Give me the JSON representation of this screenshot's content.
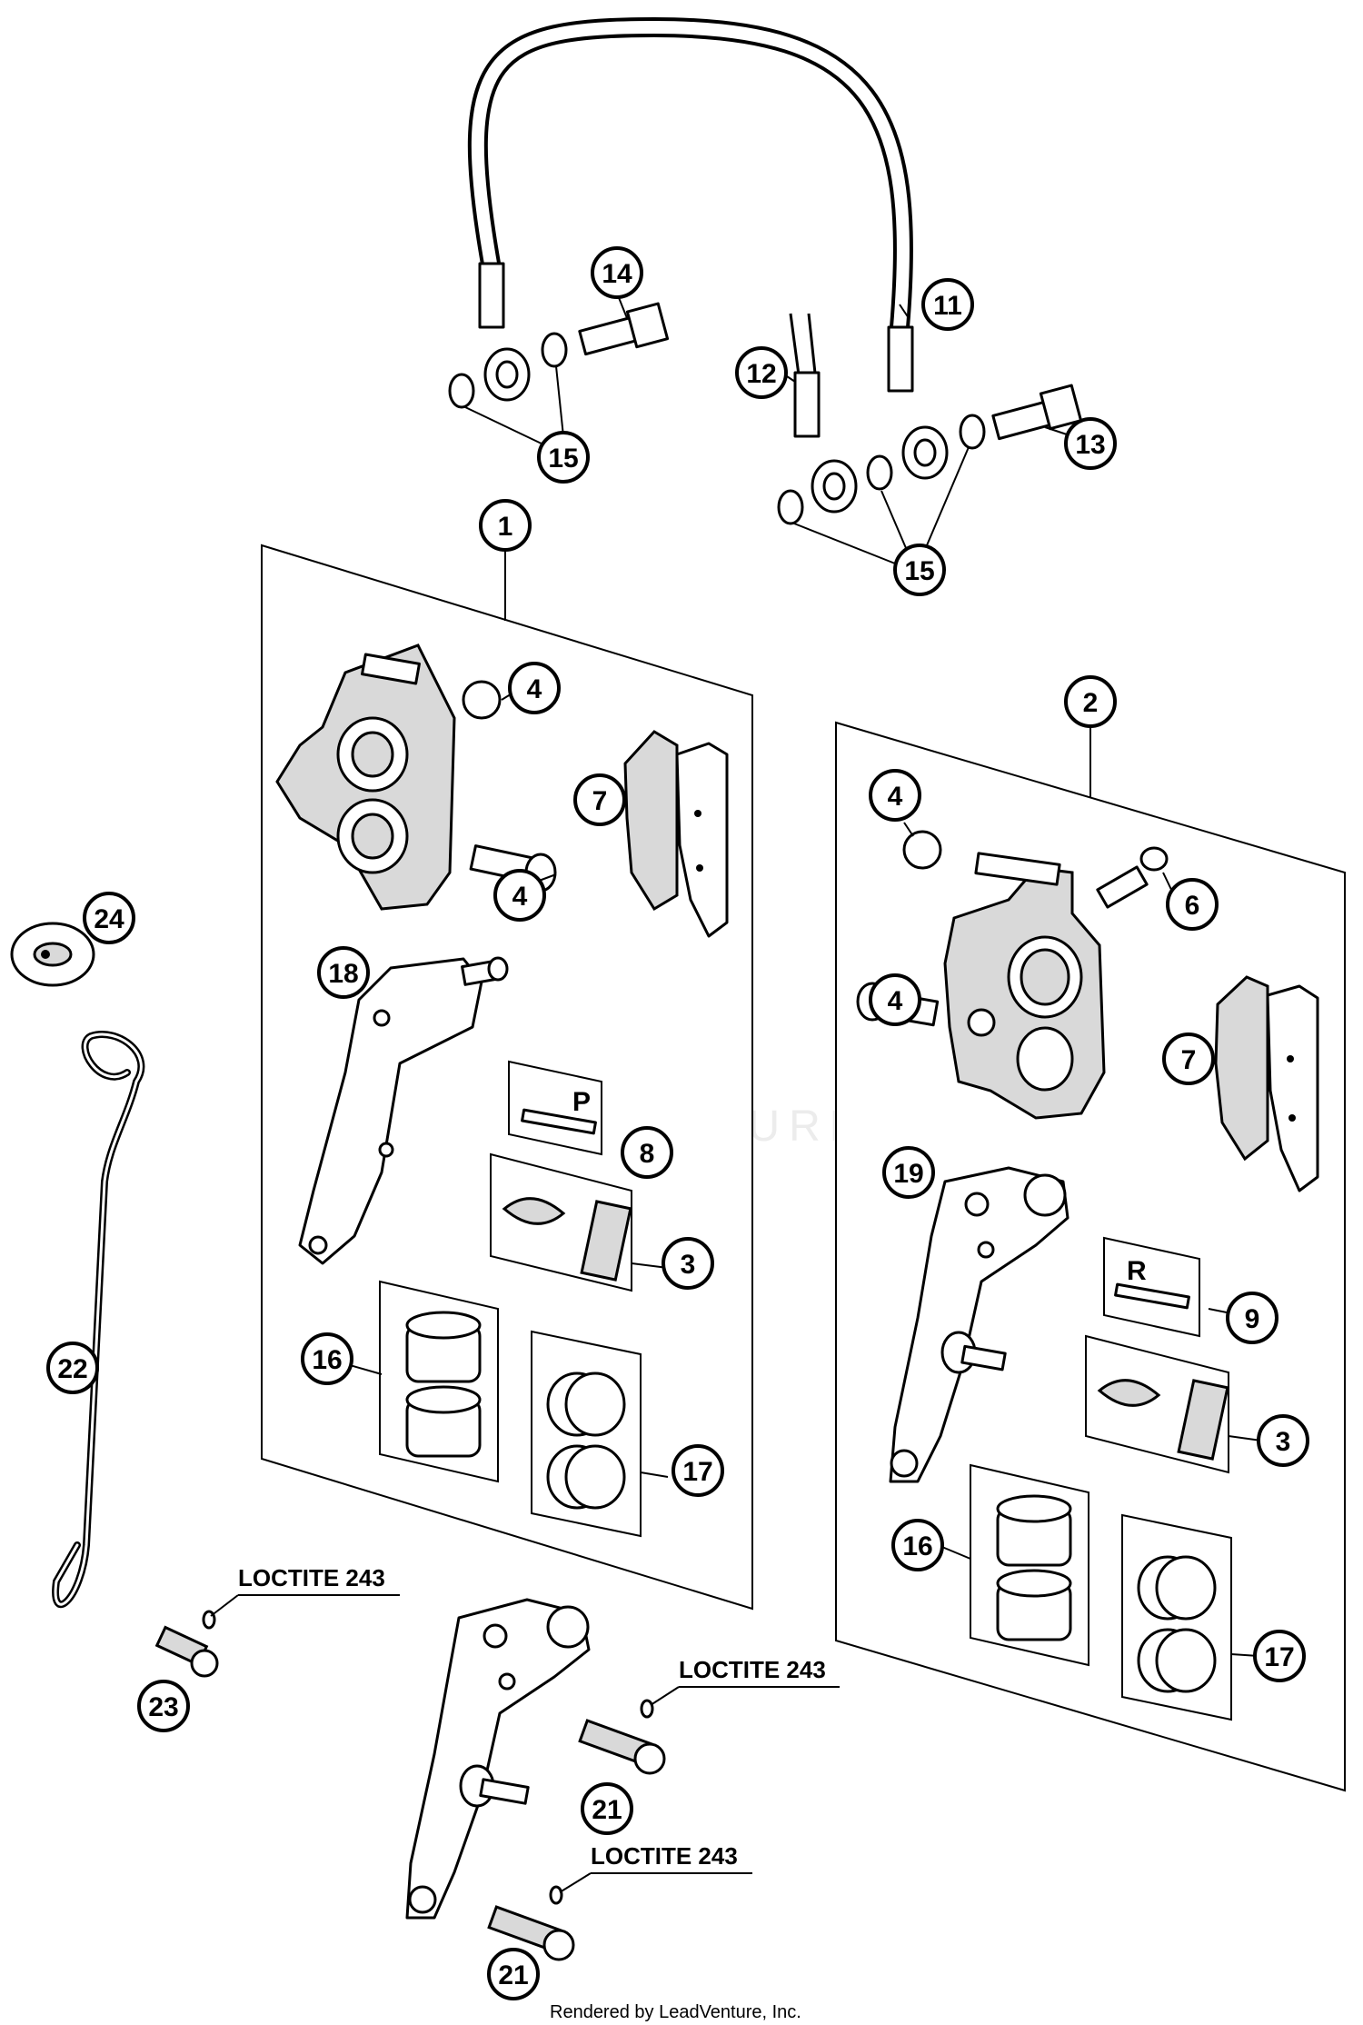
{
  "callouts": [
    {
      "n": "1"
    },
    {
      "n": "2"
    },
    {
      "n": "3"
    },
    {
      "n": "3"
    },
    {
      "n": "4"
    },
    {
      "n": "4"
    },
    {
      "n": "4"
    },
    {
      "n": "4"
    },
    {
      "n": "6"
    },
    {
      "n": "7"
    },
    {
      "n": "7"
    },
    {
      "n": "8"
    },
    {
      "n": "9"
    },
    {
      "n": "11"
    },
    {
      "n": "12"
    },
    {
      "n": "13"
    },
    {
      "n": "14"
    },
    {
      "n": "15"
    },
    {
      "n": "15"
    },
    {
      "n": "16"
    },
    {
      "n": "16"
    },
    {
      "n": "17"
    },
    {
      "n": "17"
    },
    {
      "n": "18"
    },
    {
      "n": "19"
    },
    {
      "n": "21"
    },
    {
      "n": "21"
    },
    {
      "n": "22"
    },
    {
      "n": "23"
    },
    {
      "n": "24"
    }
  ],
  "notes": {
    "loctite_1": "LOCTITE 243",
    "loctite_2": "LOCTITE 243",
    "loctite_3": "LOCTITE 243"
  },
  "card_letters": {
    "pin_card_left": "P",
    "pin_card_right": "R"
  },
  "watermark": "LEADVENTURE",
  "credit": "Rendered by LeadVenture, Inc."
}
